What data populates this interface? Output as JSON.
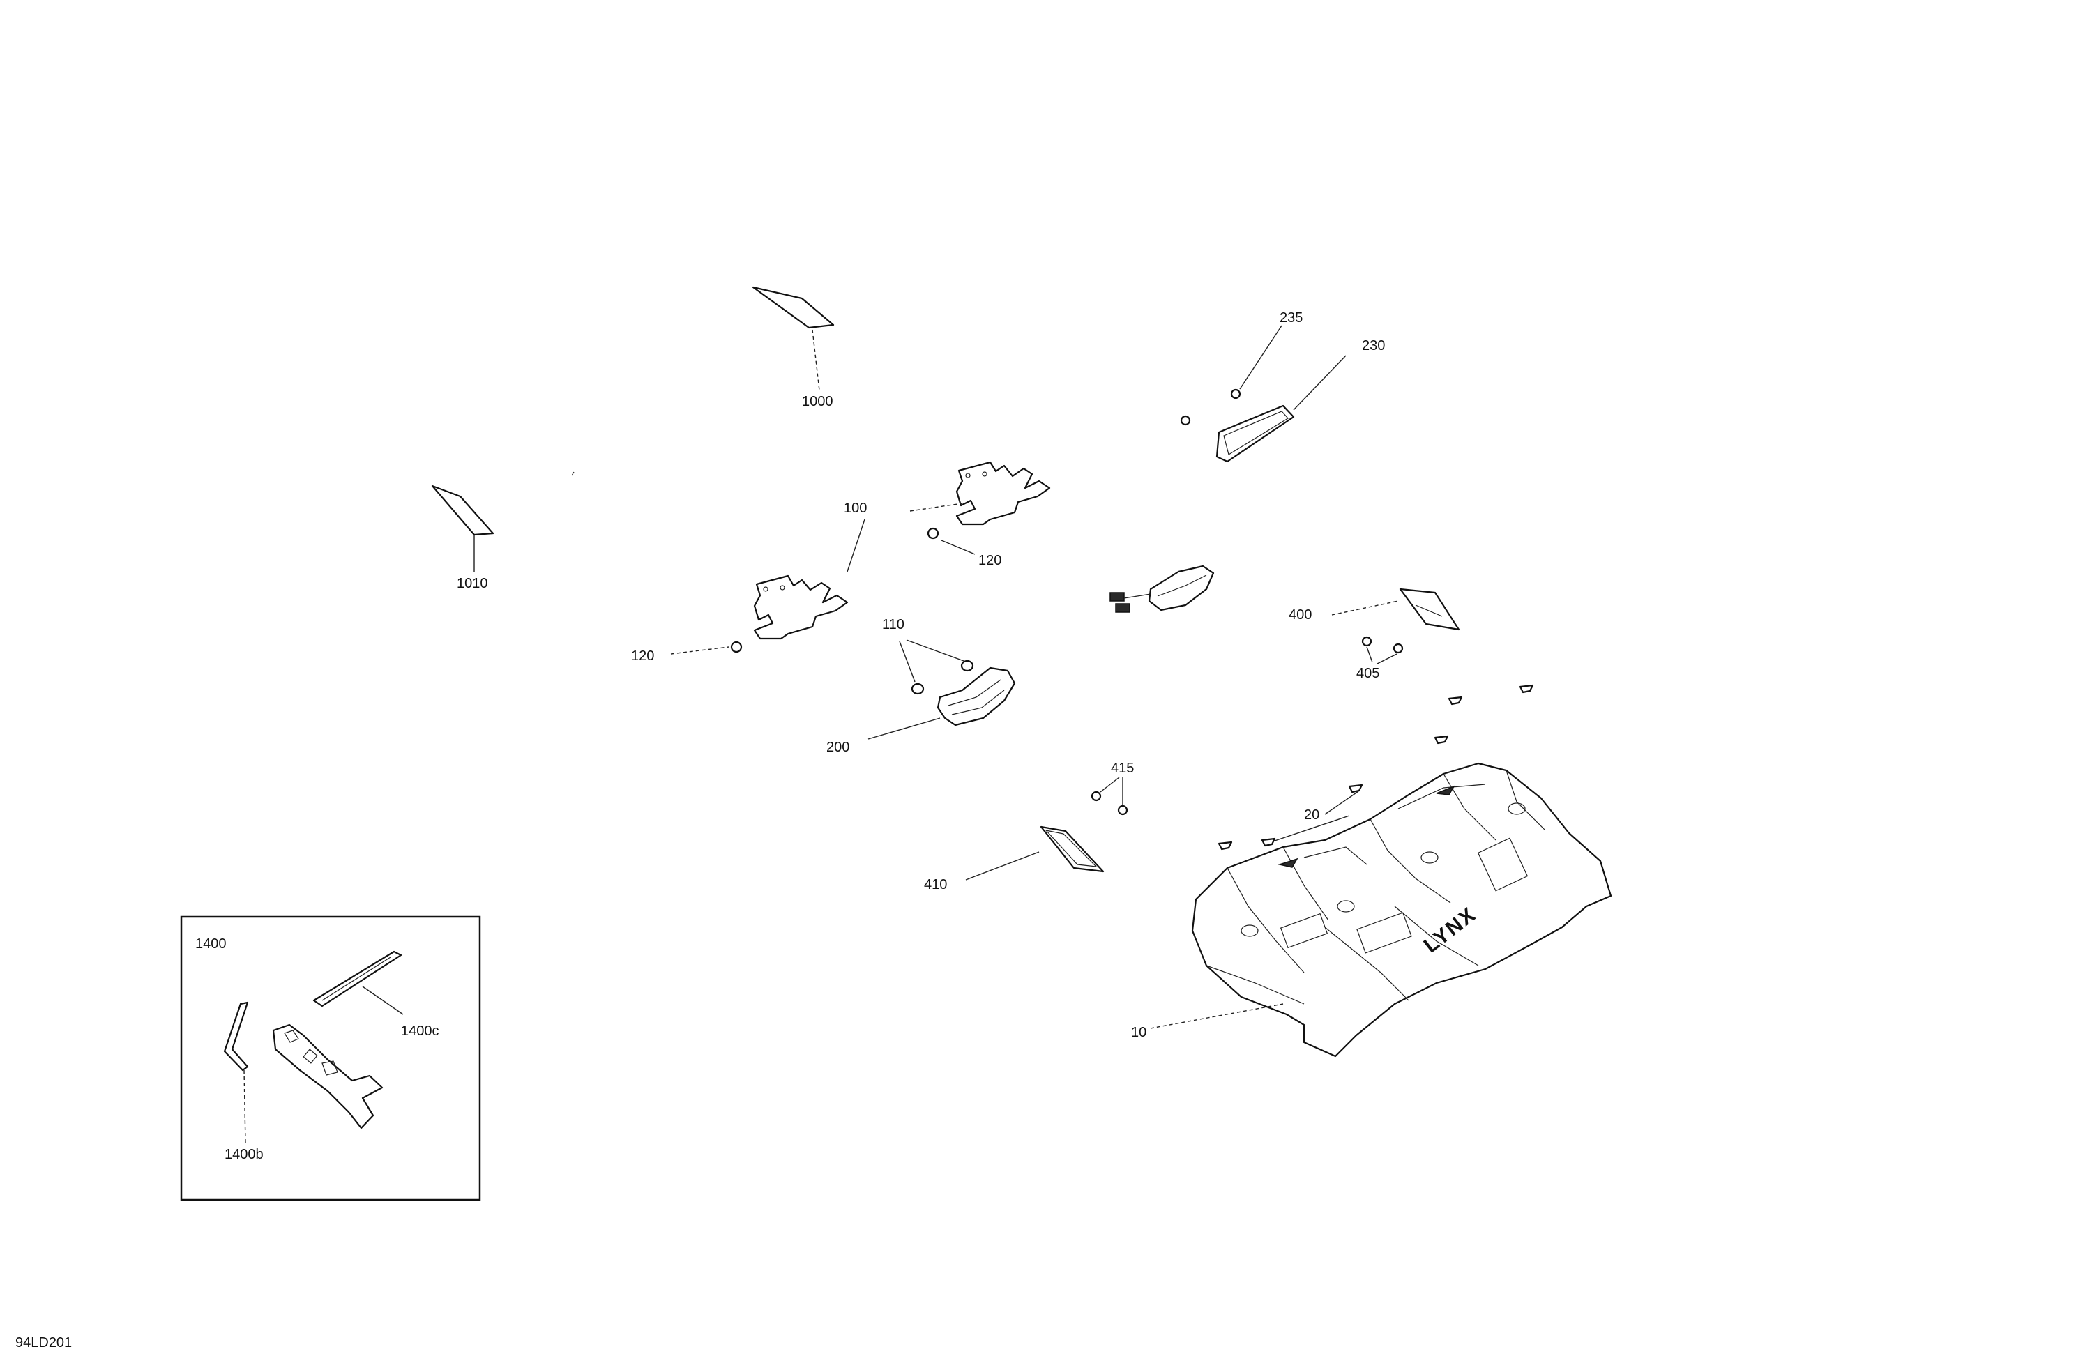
{
  "diagram_id": "94LD201",
  "callouts": {
    "c1000": "1000",
    "c1010": "1010",
    "c100": "100",
    "c120a": "120",
    "c120b": "120",
    "c110": "110",
    "c200": "200",
    "c235": "235",
    "c230": "230",
    "c400": "400",
    "c405": "405",
    "c415": "415",
    "c20": "20",
    "c410": "410",
    "c10": "10"
  },
  "inset": {
    "title": "1400",
    "c1400b": "1400b",
    "c1400c": "1400c"
  },
  "logo_text": "LYNX"
}
